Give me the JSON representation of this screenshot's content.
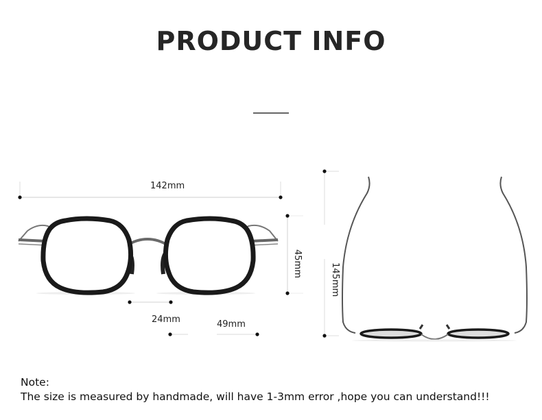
{
  "header": {
    "title": "PRODUCT INFO"
  },
  "front_view": {
    "total_width": "142mm",
    "lens_height": "45mm",
    "bridge_width": "24mm",
    "lens_width": "49mm"
  },
  "top_view": {
    "temple_length": "145mm"
  },
  "note": {
    "label": "Note:",
    "text": "The size is measured by handmade, will have 1-3mm error ,hope you can understand!!!"
  },
  "colors": {
    "frame": "#1a1a1a",
    "metal": "#6e6e6e",
    "dimension_line": "#d0d0d0",
    "dot": "#111111"
  }
}
